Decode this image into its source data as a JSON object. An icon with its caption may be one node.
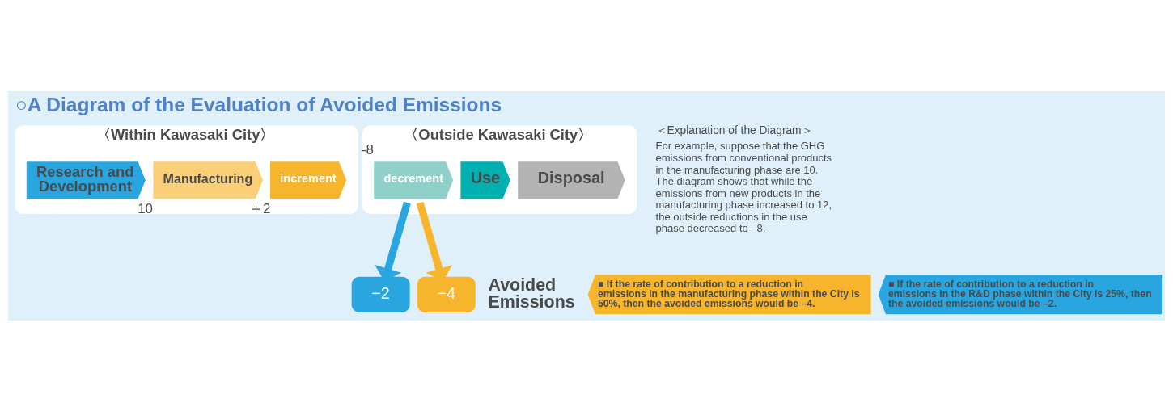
{
  "diagram": {
    "title": "○A Diagram of the Evaluation of Avoided Emissions",
    "nodes": [
      {
        "text": [
          "〈Within Kawasaki City〉"
        ]
      },
      {
        "text": [
          "Research and Development"
        ],
        "in": 0
      },
      {
        "text": [
          "Manufacturing"
        ],
        "in": 0,
        "beside": [
          "10"
        ]
      },
      {
        "text": [
          "increment"
        ],
        "in": 0,
        "beside": [
          "＋2"
        ]
      },
      {
        "text": [
          "〈Outside Kawasaki City〉"
        ]
      },
      {
        "text": [
          "decrement"
        ],
        "in": 4,
        "beside": [
          "-8"
        ]
      },
      {
        "text": [
          "Use"
        ],
        "in": 4
      },
      {
        "text": [
          "Disposal"
        ],
        "in": 4
      },
      {
        "text": [
          "−2"
        ]
      },
      {
        "text": [
          "−4"
        ]
      },
      {
        "text": [
          "■ If the rate of contribution to a reduction in emissions in the manufacturing phase within the City is 50%, then the avoided emissions would be –4."
        ]
      },
      {
        "text": [
          "■ If the rate of contribution to a reduction in emissions in the R&D phase within the City is 25%, then the avoided emissions would be –2."
        ]
      }
    ],
    "edges": [
      {
        "from": 5,
        "to": 9,
        "arrow": "to",
        "color": "#f7b52e"
      },
      {
        "from": 5,
        "to": 8,
        "arrow": "to",
        "color": "#29a6e0"
      }
    ],
    "labels": [
      "＜Explanation of the Diagram＞",
      "For example, suppose that the GHG emissions from conventional products in the manufacturing phase are 10. The diagram shows that while the emissions from new products in the manufacturing phase increased to 12, the outside reductions in the use phase decreased to –8.",
      "Avoided Emissions"
    ]
  }
}
